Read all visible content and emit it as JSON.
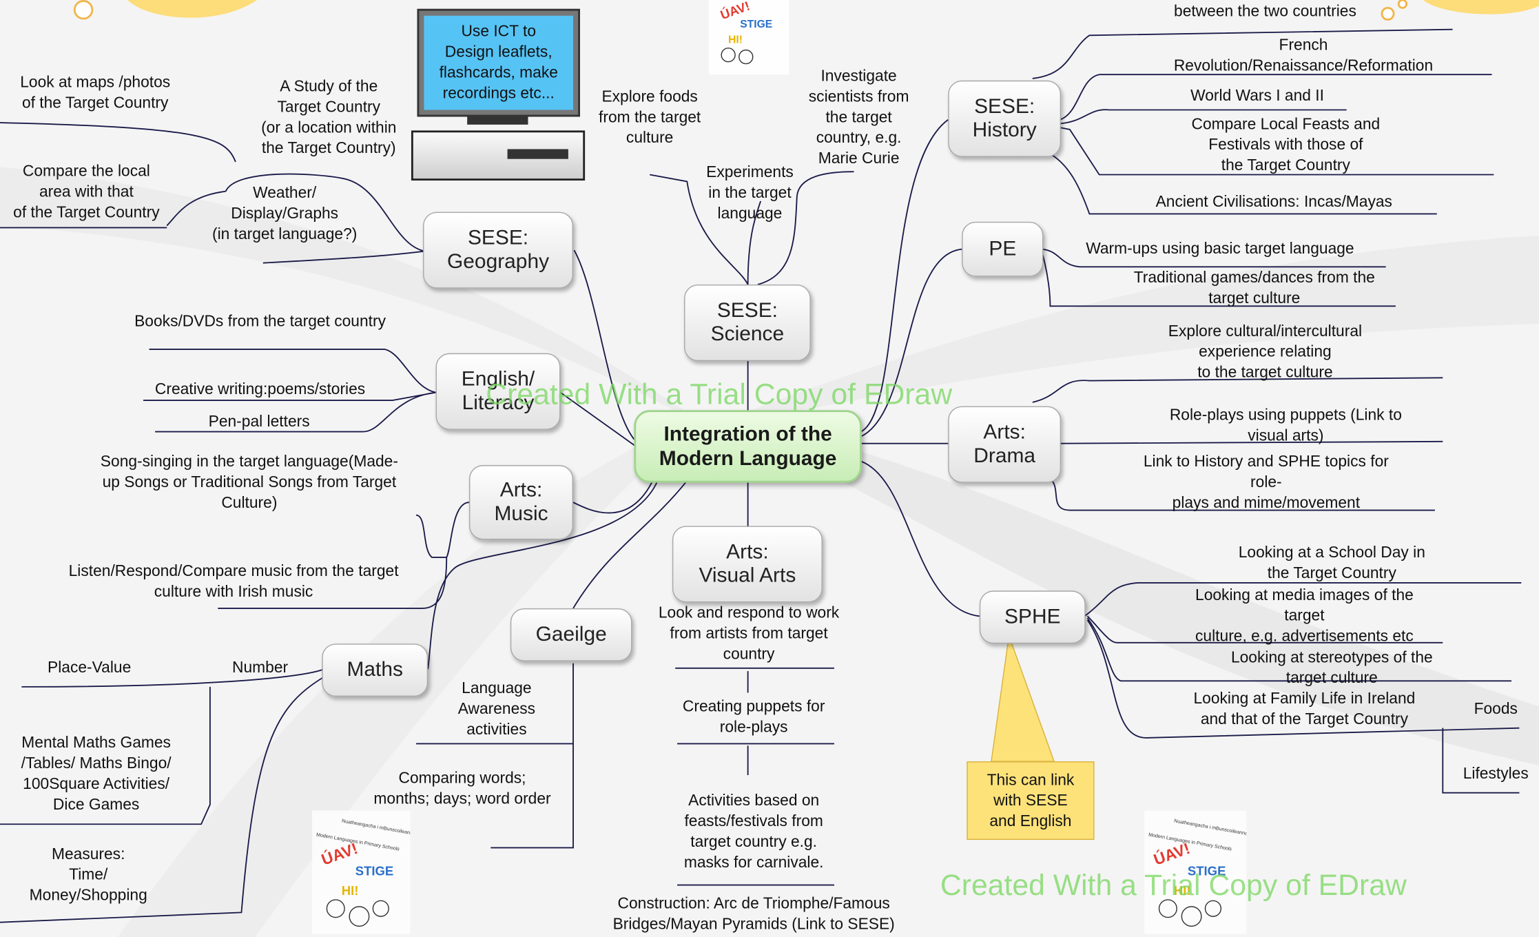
{
  "center": "Integration of the\nModern Language",
  "branches": {
    "geography": "SESE:\nGeography",
    "science": "SESE:\nScience",
    "english": "English/\nLiteracy",
    "music": "Arts:\nMusic",
    "maths": "Maths",
    "gaeilge": "Gaeilge",
    "visual_arts": "Arts:\nVisual Arts",
    "history": "SESE:\nHistory",
    "pe": "PE",
    "drama": "Arts:\nDrama",
    "sphe": "SPHE"
  },
  "geography_topics": {
    "study": "A Study of the\nTarget Country\n(or a location within\nthe Target Country)",
    "maps": "Look at maps /photos\nof the Target Country",
    "compare": "Compare the local\narea with that\nof the Target Country",
    "weather": "Weather/\nDisplay/Graphs\n(in target language?)"
  },
  "ict_screen": "Use ICT to\nDesign leaflets,\nflashcards, make\nrecordings etc...",
  "science_topics": {
    "foods": "Explore foods\nfrom the target\nculture",
    "scientists": "Investigate\nscientists from\nthe target\ncountry, e.g.\nMarie Curie",
    "experiments": "Experiments\nin the target\nlanguage"
  },
  "english_topics": {
    "books": "Books/DVDs from the target country",
    "writing": "Creative writing:poems/stories",
    "penpal": "Pen-pal letters"
  },
  "music_topics": {
    "songs": "Song-singing in the target language(Made-\nup Songs or Traditional Songs from Target\nCulture)",
    "listen": "Listen/Respond/Compare music from the target\nculture with Irish music"
  },
  "maths_topics": {
    "number": "Number",
    "place_value": "Place-Value",
    "games": "Mental Maths Games\n/Tables/ Maths Bingo/\n100Square Activities/\nDice Games",
    "measures": "Measures:\nTime/\nMoney/Shopping"
  },
  "gaeilge_topics": {
    "awareness": "Language\nAwareness\nactivities",
    "comparing": "Comparing words;\nmonths; days; word order"
  },
  "visual_topics": {
    "look": "Look and respond to work\nfrom artists from target\ncountry",
    "puppets": "Creating puppets for\nrole-plays",
    "feasts": "Activities based on\nfeasts/festivals from\ntarget country e.g.\nmasks for carnivale.",
    "construction": "Construction: Arc de Triomphe/Famous\nBridges/Mayan Pyramids (Link to SESE)"
  },
  "history_topics": {
    "between": "between the two countries",
    "french": "French Revolution/Renaissance/Reformation",
    "wars": "World Wars I and II",
    "feasts": "Compare Local Feasts and Festivals with those of\nthe Target Country",
    "ancient": "Ancient Civilisations: Incas/Mayas"
  },
  "pe_topics": {
    "warmups": "Warm-ups using basic target language",
    "games": "Traditional games/dances from the target culture"
  },
  "drama_topics": {
    "explore": "Explore cultural/intercultural experience relating\nto the target culture",
    "roleplays": "Role-plays using puppets (Link to visual arts)",
    "link": "Link to History and SPHE topics for role-\nplays and mime/movement"
  },
  "sphe_topics": {
    "school": "Looking at a School Day in the Target Country",
    "media": "Looking at media images of the target\nculture, e.g. advertisements etc",
    "stereotypes": "Looking at stereotypes of the target culture",
    "family": "Looking at Family Life in Ireland\nand that of the Target Country",
    "foods": "Foods",
    "lifestyles": "Lifestyles"
  },
  "callout": "This can link\nwith SESE\nand English",
  "watermark": "Created With a Trial Copy of EDraw",
  "logo_text": {
    "vow": "ÚAV!",
    "sig": "STIGE",
    "hi": "HI!",
    "caption1": "Nuatheangacha i mBunscoileanna",
    "caption2": "Modern Languages in Primary Schools"
  },
  "colors": {
    "line": "#1a1a4a",
    "central_fill": "#d6f2c6",
    "callout_fill": "#fde27a",
    "screen_fill": "#56c3f5",
    "watermark": "#8fdc78"
  }
}
